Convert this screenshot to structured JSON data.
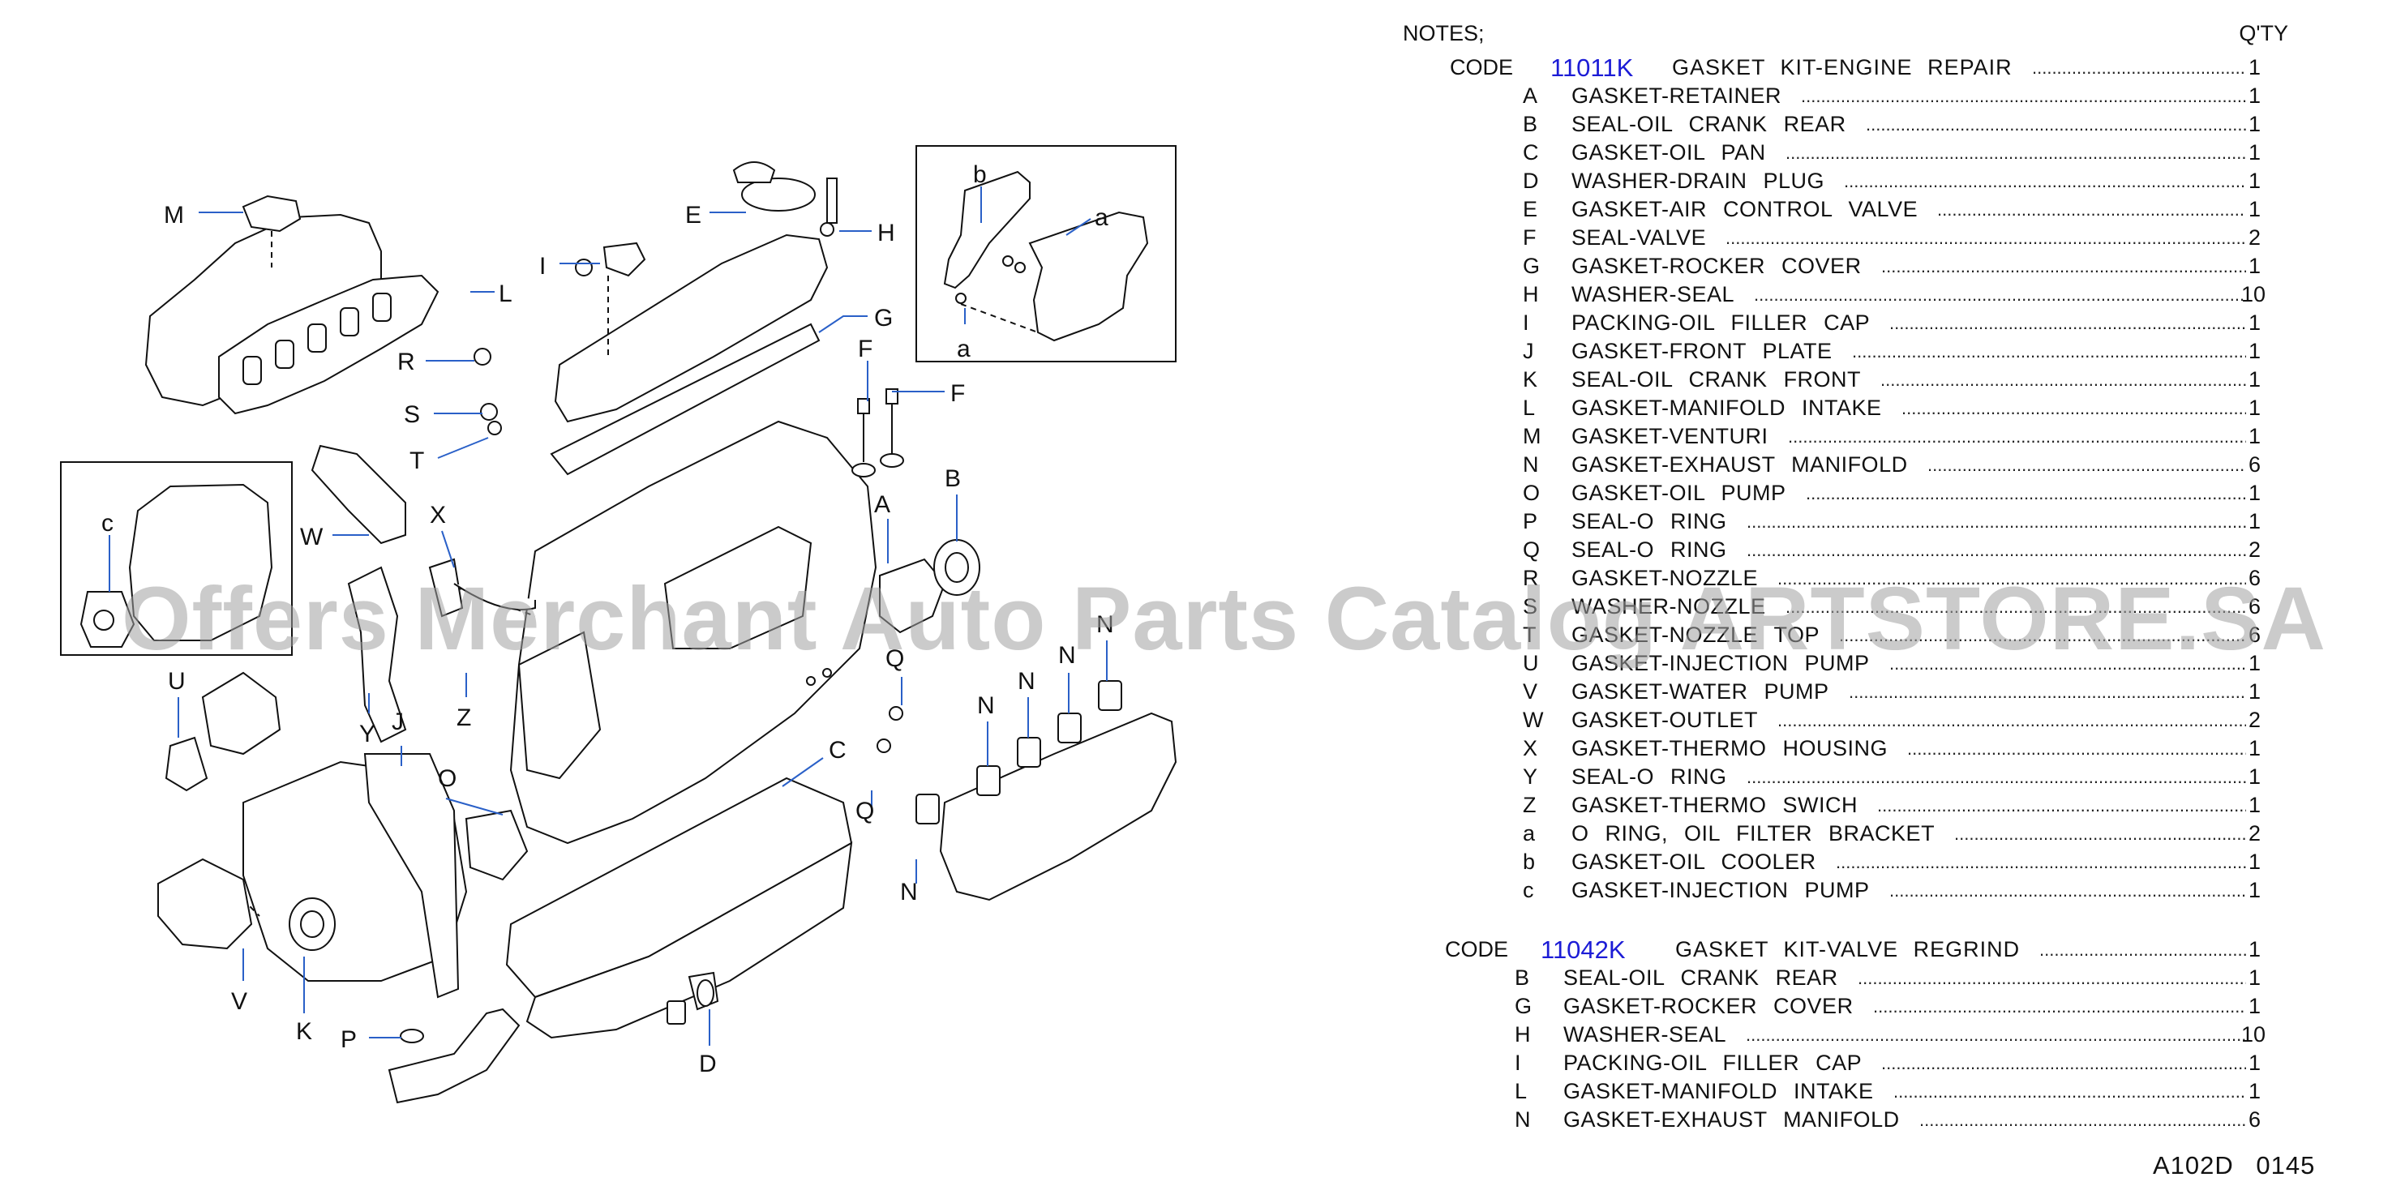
{
  "notes_label": "NOTES;",
  "qty_header": "Q'TY",
  "kits": [
    {
      "code_word": "CODE",
      "code": "11011K",
      "description": "GASKET KIT-ENGINE REPAIR",
      "qty": "1",
      "items": [
        {
          "letter": "A",
          "name": "GASKET-RETAINER",
          "qty": "1"
        },
        {
          "letter": "B",
          "name": "SEAL-OIL CRANK REAR",
          "qty": "1"
        },
        {
          "letter": "C",
          "name": "GASKET-OIL PAN",
          "qty": "1"
        },
        {
          "letter": "D",
          "name": "WASHER-DRAIN PLUG",
          "qty": "1"
        },
        {
          "letter": "E",
          "name": "GASKET-AIR CONTROL VALVE",
          "qty": "1"
        },
        {
          "letter": "F",
          "name": "SEAL-VALVE",
          "qty": "2"
        },
        {
          "letter": "G",
          "name": "GASKET-ROCKER COVER",
          "qty": "1"
        },
        {
          "letter": "H",
          "name": "WASHER-SEAL",
          "qty": "10"
        },
        {
          "letter": "I",
          "name": "PACKING-OIL FILLER CAP",
          "qty": "1"
        },
        {
          "letter": "J",
          "name": "GASKET-FRONT PLATE",
          "qty": "1"
        },
        {
          "letter": "K",
          "name": "SEAL-OIL CRANK FRONT",
          "qty": "1"
        },
        {
          "letter": "L",
          "name": "GASKET-MANIFOLD INTAKE",
          "qty": "1"
        },
        {
          "letter": "M",
          "name": "GASKET-VENTURI",
          "qty": "1"
        },
        {
          "letter": "N",
          "name": "GASKET-EXHAUST MANIFOLD",
          "qty": "6"
        },
        {
          "letter": "O",
          "name": "GASKET-OIL PUMP",
          "qty": "1"
        },
        {
          "letter": "P",
          "name": "SEAL-O RING",
          "qty": "1"
        },
        {
          "letter": "Q",
          "name": "SEAL-O RING",
          "qty": "2"
        },
        {
          "letter": "R",
          "name": "GASKET-NOZZLE",
          "qty": "6"
        },
        {
          "letter": "S",
          "name": "WASHER-NOZZLE",
          "qty": "6"
        },
        {
          "letter": "T",
          "name": "GASKET-NOZZLE TOP",
          "qty": "6"
        },
        {
          "letter": "U",
          "name": "GASKET-INJECTION PUMP",
          "qty": "1"
        },
        {
          "letter": "V",
          "name": "GASKET-WATER PUMP",
          "qty": "1"
        },
        {
          "letter": "W",
          "name": "GASKET-OUTLET",
          "qty": "2"
        },
        {
          "letter": "X",
          "name": "GASKET-THERMO HOUSING",
          "qty": "1"
        },
        {
          "letter": "Y",
          "name": "SEAL-O RING",
          "qty": "1"
        },
        {
          "letter": "Z",
          "name": "GASKET-THERMO SWICH",
          "qty": "1"
        },
        {
          "letter": "a",
          "name": "O RING, OIL FILTER BRACKET",
          "qty": "2"
        },
        {
          "letter": "b",
          "name": "GASKET-OIL COOLER",
          "qty": "1"
        },
        {
          "letter": "c",
          "name": "GASKET-INJECTION PUMP",
          "qty": "1"
        }
      ]
    },
    {
      "code_word": "CODE",
      "code": "11042K",
      "description": "GASKET KIT-VALVE REGRIND",
      "qty": "1",
      "items": [
        {
          "letter": "B",
          "name": "SEAL-OIL CRANK REAR",
          "qty": "1"
        },
        {
          "letter": "G",
          "name": "GASKET-ROCKER COVER",
          "qty": "1"
        },
        {
          "letter": "H",
          "name": "WASHER-SEAL",
          "qty": "10"
        },
        {
          "letter": "I",
          "name": "PACKING-OIL FILLER CAP",
          "qty": "1"
        },
        {
          "letter": "L",
          "name": "GASKET-MANIFOLD INTAKE",
          "qty": "1"
        },
        {
          "letter": "N",
          "name": "GASKET-EXHAUST MANIFOLD",
          "qty": "6"
        }
      ]
    }
  ],
  "page_ref": "A102D 0145",
  "watermark": "Offers Merchant Auto Parts Catalog ARTSTORE.SA",
  "diagram_labels": [
    "M",
    "L",
    "I",
    "E",
    "H",
    "G",
    "b",
    "a",
    "a",
    "R",
    "S",
    "T",
    "F",
    "F",
    "c",
    "W",
    "X",
    "A",
    "B",
    "U",
    "Q",
    "N",
    "N",
    "N",
    "N",
    "Y",
    "J",
    "Z",
    "C",
    "O",
    "Q",
    "N",
    "V",
    "K",
    "P",
    "D"
  ]
}
